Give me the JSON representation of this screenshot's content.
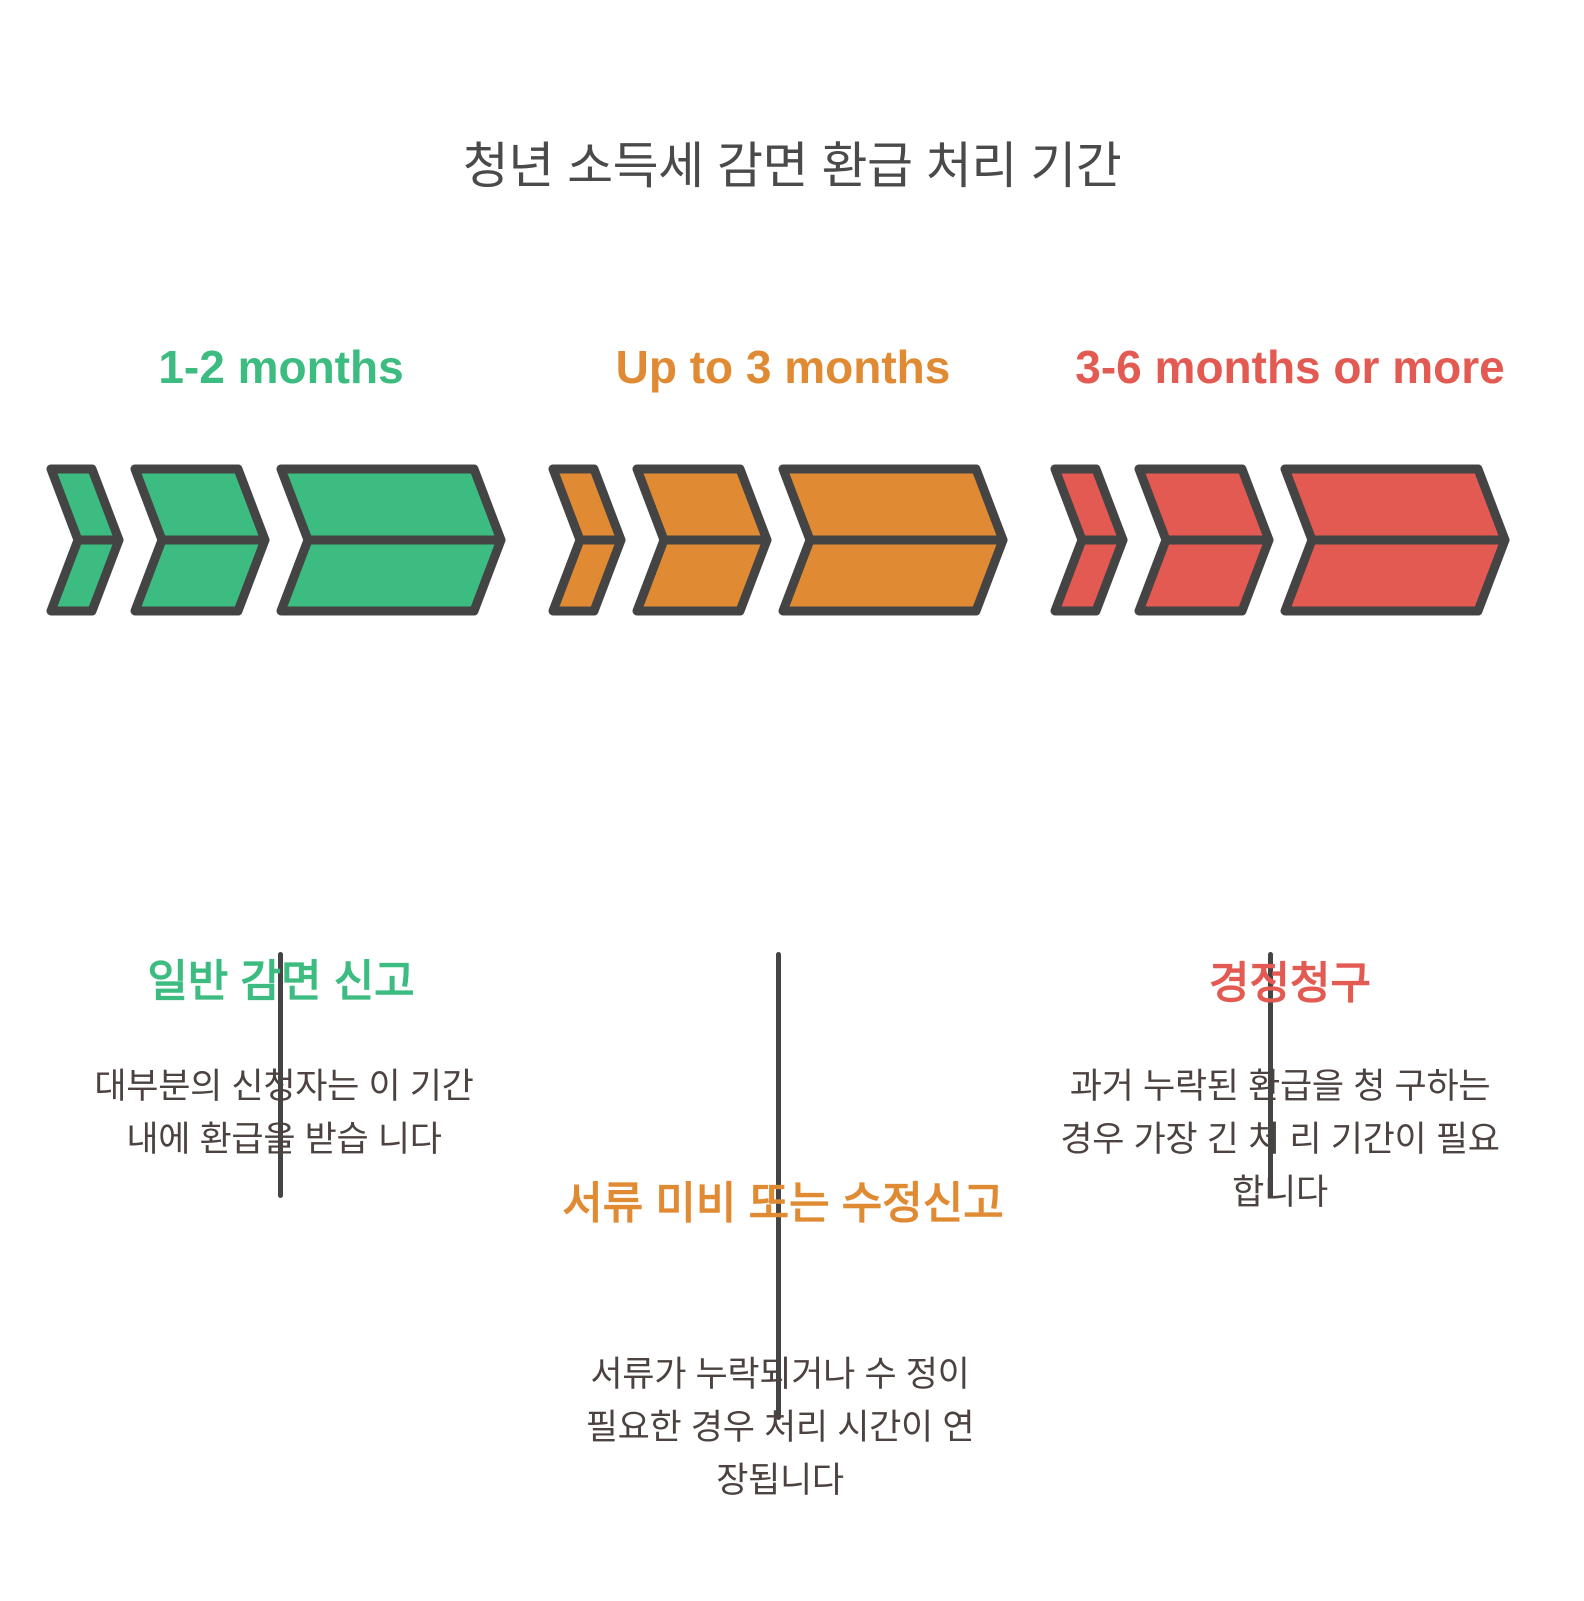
{
  "page": {
    "title": "청년 소득세 감면 환급 처리 기간",
    "background": "#ffffff"
  },
  "colors": {
    "green": "#3cbc80",
    "orange": "#e08b33",
    "red": "#e25a51",
    "outline": "#444444",
    "title_text": "#4a4a4a",
    "body_text": "#4c4240"
  },
  "columns": [
    {
      "id": "general-reduction-filing",
      "duration": "1-2 months",
      "color": "#3cbc80",
      "icon": "triple-chevron-right-icon",
      "heading": "일반 감면 신고",
      "description": "대부분의 신청자는 이 기간 내에 환급을 받습 니다"
    },
    {
      "id": "missing-documents-or-amended-filing",
      "duration": "Up to 3 months",
      "color": "#e08b33",
      "icon": "triple-chevron-right-icon",
      "heading": "서류 미비 또는 수정신고",
      "description": "서류가 누락되거나 수 정이 필요한 경우 처리 시간이 연장됩니다"
    },
    {
      "id": "correction-claim",
      "duration": "3-6 months or more",
      "color": "#e25a51",
      "icon": "triple-chevron-right-icon",
      "heading": "경정청구",
      "description": "과거 누락된 환급을 청 구하는 경우 가장 긴 처 리 기간이 필요합니다"
    }
  ]
}
